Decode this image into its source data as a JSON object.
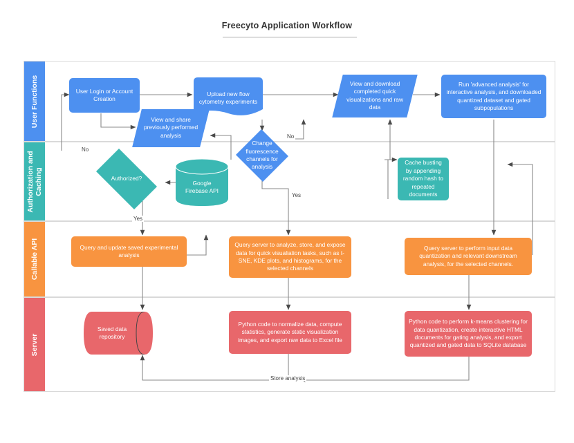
{
  "title": "Freecyto Application Workflow",
  "colors": {
    "user_functions": "#4D90F0",
    "authorization": "#3BB8B3",
    "callable_api": "#F89440",
    "server": "#E8676B",
    "connector": "#666666",
    "lane_border": "#D9D9D9",
    "title_text": "#333333"
  },
  "lanes": [
    {
      "id": "user-functions",
      "label": "User Functions"
    },
    {
      "id": "authorization-and-caching",
      "label": "Authorization and Caching"
    },
    {
      "id": "callable-api",
      "label": "Callable API"
    },
    {
      "id": "server",
      "label": "Server"
    }
  ],
  "nodes": {
    "user_login": {
      "label": "User Login or Account Creation",
      "shape": "rounded-rect",
      "lane": "user-functions"
    },
    "view_share": {
      "label": "View and share previously performed analysis",
      "shape": "parallelogram",
      "lane": "user-functions"
    },
    "upload": {
      "label": "Upload new flow cytometry experiments",
      "shape": "document",
      "lane": "user-functions"
    },
    "change_channels": {
      "label": "Change fluorescence channels for analysis",
      "shape": "diamond",
      "lane": "user-functions"
    },
    "view_download": {
      "label": "View and download completed quick visualizations and raw data",
      "shape": "parallelogram",
      "lane": "user-functions"
    },
    "advanced_analysis": {
      "label": "Run 'advanced analysis' for interactive analysis, and downloaded quantized dataset and gated subpopulations",
      "shape": "rounded-rect",
      "lane": "user-functions"
    },
    "authorized": {
      "label": "Authorized?",
      "shape": "diamond",
      "lane": "authorization-and-caching"
    },
    "firebase": {
      "label": "Google Firebase API",
      "shape": "cylinder",
      "lane": "authorization-and-caching"
    },
    "cache_busting": {
      "label": "Cache busting by appending random hash to repeated documents",
      "shape": "rounded-rect",
      "lane": "authorization-and-caching"
    },
    "query_update": {
      "label": "Query and update saved experimental analysis",
      "shape": "rounded-rect",
      "lane": "callable-api"
    },
    "query_analyze": {
      "label": "Query server to analyze, store, and expose data for quick visualiation tasks, such as t-SNE, KDE plots, and histograms, for the selected channels",
      "shape": "rounded-rect",
      "lane": "callable-api"
    },
    "query_quantize": {
      "label": "Query server to perform input data quantization and relevant downstream analysis, for the selected channels.",
      "shape": "rounded-rect",
      "lane": "callable-api"
    },
    "saved_repo": {
      "label": "Saved data repository",
      "shape": "cylinder-horizontal",
      "lane": "server"
    },
    "python_normalize": {
      "label": "Python code to normalize data, compute statistics, generate static visualization images, and export raw data to Excel file",
      "shape": "rounded-rect",
      "lane": "server"
    },
    "python_kmeans": {
      "label": "Python code to perform k-means clustering for data quantization, create interactive HTML documents for gating analysis, and export quantized and gated data to SQLite database",
      "shape": "rounded-rect",
      "lane": "server"
    }
  },
  "edge_labels": {
    "auth_no": "No",
    "auth_yes": "Yes",
    "channels_no": "No",
    "channels_yes": "Yes",
    "store_analysis": "Store analysis"
  }
}
